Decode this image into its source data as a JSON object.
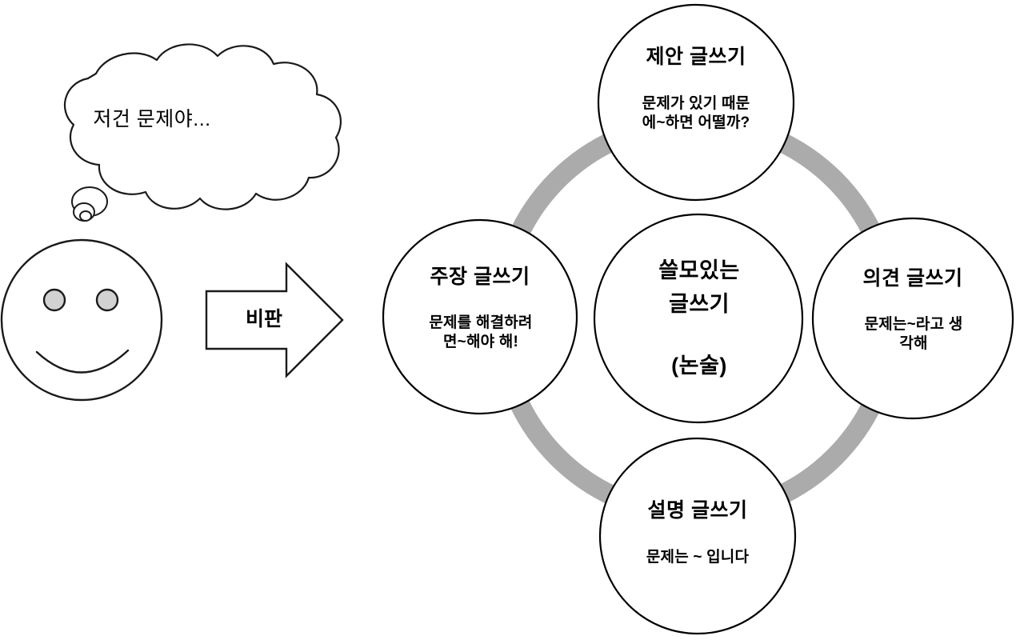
{
  "diagram": {
    "title_center": "쓸모있는\n글쓰기",
    "center_sub": "(논술)",
    "thought_bubble": {
      "text": "저건 문제야..."
    },
    "arrow": {
      "label": "비판"
    },
    "character": {
      "name": "smiley-face",
      "eye_color": "#d2d2d2",
      "outline_color": "#000000"
    },
    "ring": {
      "color": "#ababab",
      "band_width": 25
    },
    "nodes": [
      {
        "id": "top",
        "title": "제안 글쓰기",
        "sub": "문제가 있기 때문\n에~하면 어떨까?"
      },
      {
        "id": "right",
        "title": "의견 글쓰기",
        "sub": "문제는~라고 생\n각해"
      },
      {
        "id": "bottom",
        "title": "설명 글쓰기",
        "sub": "문제는 ~ 입니다"
      },
      {
        "id": "left",
        "title": "주장 글쓰기",
        "sub": "문제를 해결하려\n면~해야 해!"
      }
    ],
    "colors": {
      "stroke": "#000000",
      "ring_gray": "#ababab",
      "eye_gray": "#d2d2d2",
      "background": "#ffffff"
    }
  }
}
